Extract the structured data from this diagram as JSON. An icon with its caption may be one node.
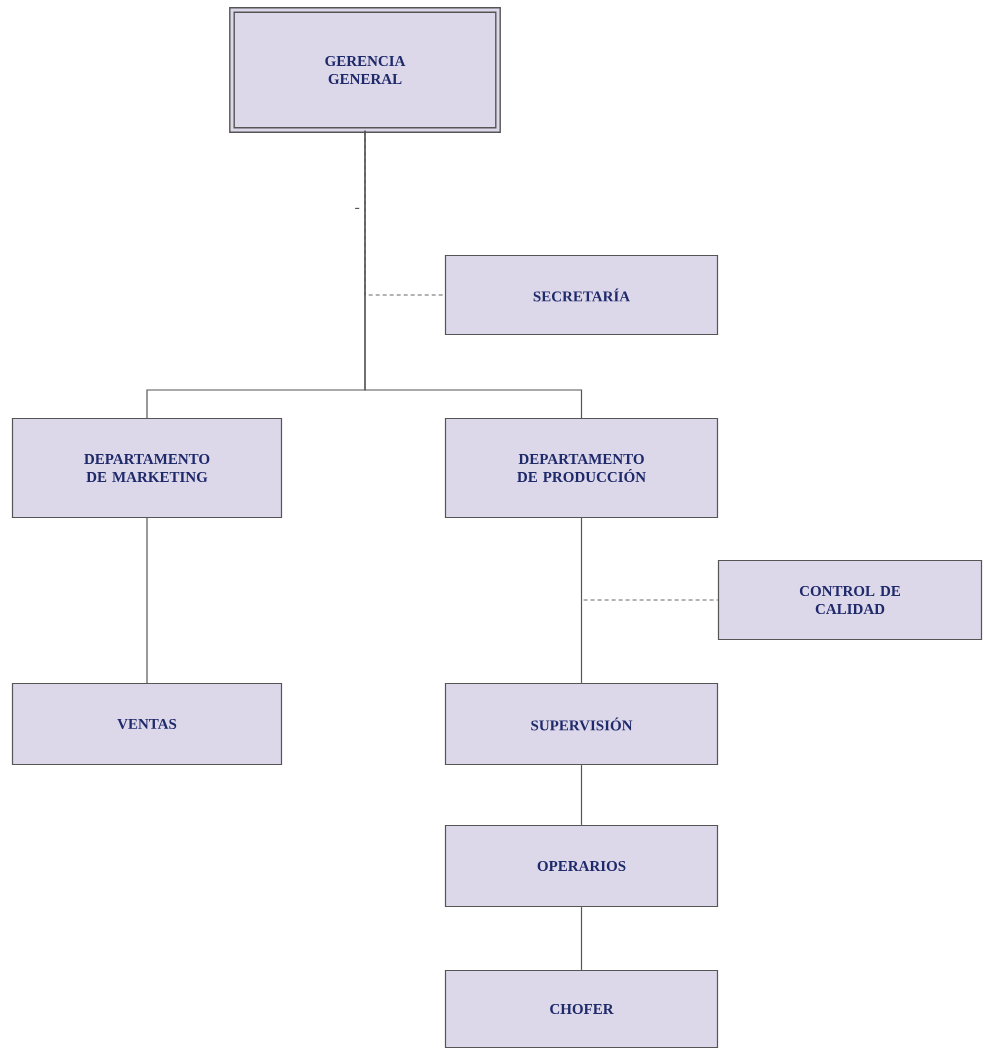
{
  "diagram": {
    "nodes": [
      {
        "text": [
          "GERENCIA GENERAL"
        ]
      },
      {
        "text": [
          "SECRETARÍA"
        ]
      },
      {
        "text": [
          "DEPARTAMENTO DE MARKETING"
        ]
      },
      {
        "text": [
          "DEPARTAMENTO DE PRODUCCIÓN"
        ]
      },
      {
        "text": [
          "CONTROL DE CALIDAD"
        ]
      },
      {
        "text": [
          "VENTAS"
        ]
      },
      {
        "text": [
          "SUPERVISIÓN"
        ]
      },
      {
        "text": [
          "OPERARIOS"
        ]
      },
      {
        "text": [
          "CHOFER"
        ]
      }
    ],
    "edges": [
      {
        "from": 0,
        "to": 1,
        "arrow": "none",
        "style": "dashed"
      },
      {
        "from": 0,
        "to": 2,
        "arrow": "none"
      },
      {
        "from": 0,
        "to": 3,
        "arrow": "none"
      },
      {
        "from": 2,
        "to": 5,
        "arrow": "none"
      },
      {
        "from": 3,
        "to": 4,
        "arrow": "none",
        "style": "dashed"
      },
      {
        "from": 3,
        "to": 6,
        "arrow": "none"
      },
      {
        "from": 6,
        "to": 7,
        "arrow": "none"
      },
      {
        "from": 7,
        "to": 8,
        "arrow": "none"
      }
    ],
    "labels": [
      "-"
    ]
  }
}
